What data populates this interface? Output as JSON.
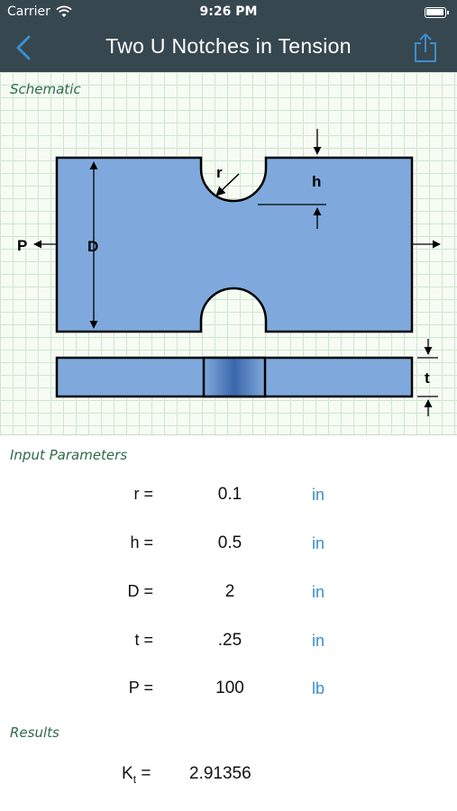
{
  "status_bar": {
    "carrier": "Carrier",
    "time": "9:26 PM"
  },
  "nav": {
    "title": "Two U Notches in Tension",
    "back_icon": "chevron-left-icon",
    "share_icon": "share-icon"
  },
  "schematic": {
    "section_label": "Schematic",
    "labels": {
      "r": "r",
      "h": "h",
      "D": "D",
      "P": "P",
      "t": "t"
    },
    "plate_color": "#7fa9dc"
  },
  "inputs": {
    "section_label": "Input Parameters",
    "rows": [
      {
        "label": "r =",
        "value": "0.1",
        "unit": "in"
      },
      {
        "label": "h =",
        "value": "0.5",
        "unit": "in"
      },
      {
        "label": "D =",
        "value": "2",
        "unit": "in"
      },
      {
        "label": "t =",
        "value": ".25",
        "unit": "in"
      },
      {
        "label": "P =",
        "value": "100",
        "unit": "lb"
      }
    ]
  },
  "results": {
    "section_label": "Results",
    "kt_symbol": "K",
    "kt_subscript": "t",
    "kt_equals": "=",
    "kt_value": "2.91356"
  },
  "colors": {
    "nav_background": "#37474f",
    "accent": "#3b8fd0",
    "section_label": "#2e6b4a"
  }
}
